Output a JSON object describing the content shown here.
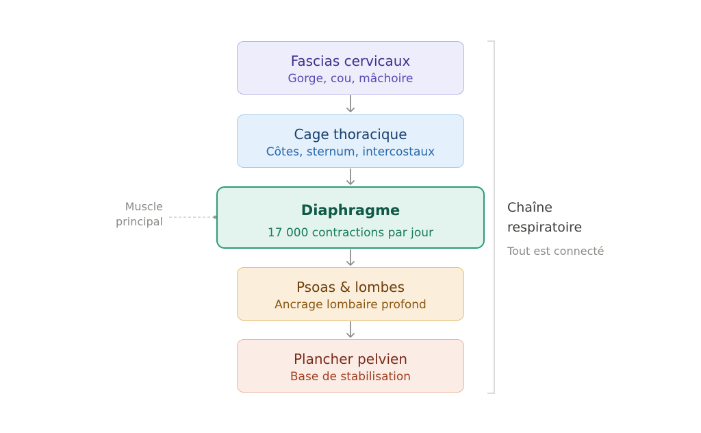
{
  "boxes": [
    {
      "title": "Fascias cervicaux",
      "subtitle": "Gorge, cou, mâchoire",
      "color": "#ededfb"
    },
    {
      "title": "Cage thoracique",
      "subtitle": "Côtes, sternum, intercostaux",
      "color": "#e4f0fb"
    },
    {
      "title": "Diaphragme",
      "subtitle": "17 000 contractions par jour",
      "color": "#e3f4ee",
      "highlighted": true
    },
    {
      "title": "Psoas & lombes",
      "subtitle": "Ancrage lombaire profond",
      "color": "#fbeedb"
    },
    {
      "title": "Plancher pelvien",
      "subtitle": "Base de stabilisation",
      "color": "#fbece6"
    }
  ],
  "annotation": {
    "line1": "Muscle",
    "line2": "principal"
  },
  "chain": {
    "title_line1": "Chaîne",
    "title_line2": "respiratoire",
    "subtitle": "Tout est connecté"
  },
  "colors": {
    "arrow": "#8c8c8c",
    "bracket": "#c7c7c4",
    "accent": "#2b9a78"
  }
}
